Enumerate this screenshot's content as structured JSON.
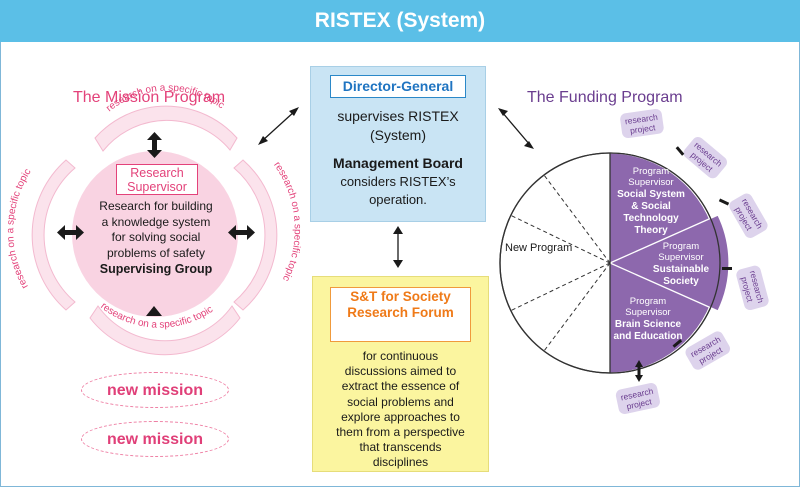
{
  "header": {
    "title": "RISTEX (System)"
  },
  "mission": {
    "title": "The Mission Program",
    "supervisor_label": "Research Supervisor",
    "description_lines": [
      "Research for building",
      "a knowledge system",
      "for solving social",
      "problems of safety"
    ],
    "group_label": "Supervising Group",
    "topic_label": "research on a specific topic",
    "new_mission_1": "new mission",
    "new_mission_2": "new mission"
  },
  "center": {
    "dg_label": "Director-General",
    "dg_text_1": "supervises RISTEX",
    "dg_text_2": "(System)",
    "board_label": "Management Board",
    "board_text_1": "considers RISTEX’s",
    "board_text_2": "operation."
  },
  "forum": {
    "label": "S&T for Society Research Forum",
    "text_lines": [
      "for continuous",
      "discussions aimed to",
      "extract the essence of",
      "social problems and",
      "explore approaches to",
      "them from a perspective",
      "that transcends",
      "disciplines"
    ]
  },
  "funding": {
    "title": "The Funding Program",
    "new_program": "New Program",
    "ps_label": "Program Supervisor",
    "sector1_line1": "Program",
    "sector1_line2": "Supervisor",
    "sector1_name1": "Social System",
    "sector1_name2": "& Social",
    "sector1_name3": "Technology",
    "sector1_name4": "Theory",
    "sector2_line1": "Program",
    "sector2_line2": "Supervisor",
    "sector2_name1": "Sustainable",
    "sector2_name2": "Society",
    "sector3_line1": "Program",
    "sector3_line2": "Supervisor",
    "sector3_name1": "Brain Science",
    "sector3_name2": "and Education",
    "project_line1": "research",
    "project_line2": "project"
  },
  "colors": {
    "header": "#5bbfe7",
    "mission": "#e3427a",
    "mission_fill": "#f9d3e2",
    "funding": "#6a3d8f",
    "funding_fill": "#8d68ad",
    "project_fill": "#ddd3ec",
    "center_fill": "#c9e4f4",
    "forum_fill": "#fbf59f"
  }
}
